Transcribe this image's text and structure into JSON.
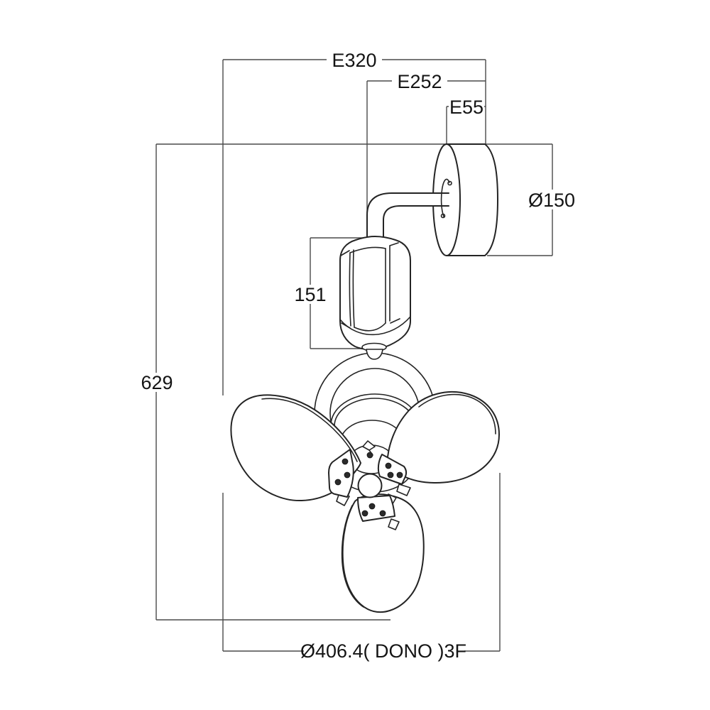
{
  "diagram": {
    "type": "technical dimension drawing",
    "subject": "wall mounted fan fixture with three blades",
    "background_color": "#ffffff",
    "line_color": "#242424",
    "dimension_line_color": "#4a4a4a",
    "labels": {
      "width_overall": "E320",
      "width_arm": "E252",
      "width_canopy": "E55",
      "canopy_diameter": "Ø150",
      "motor_height": "151",
      "overall_height": "629",
      "blade_sweep": "Ø406.4(  DONO  )3F"
    }
  }
}
